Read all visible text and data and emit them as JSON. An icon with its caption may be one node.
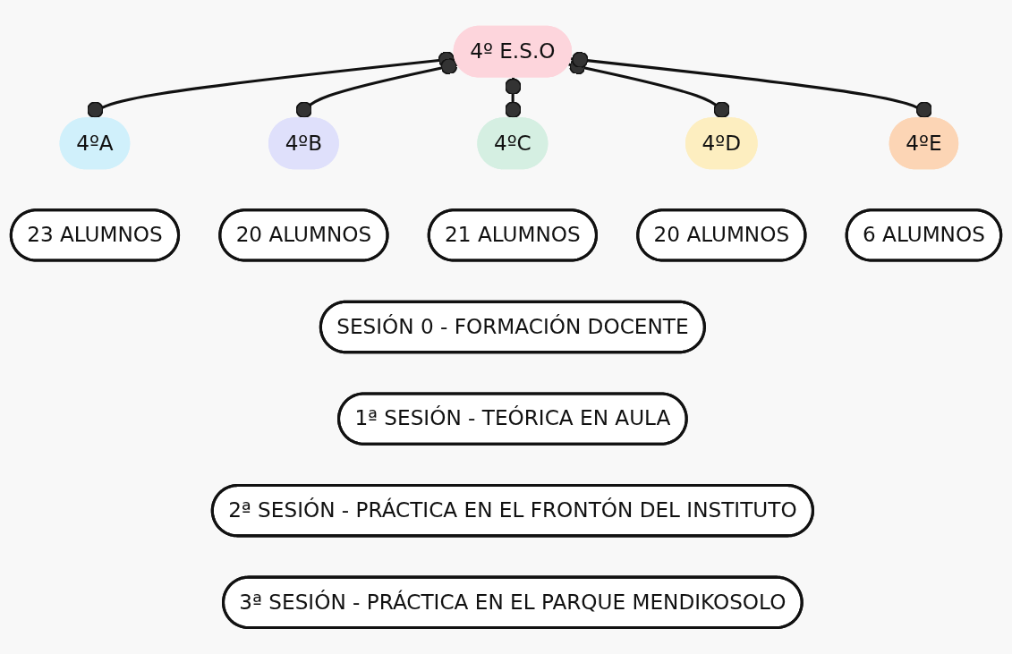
{
  "diagram": {
    "nodes": [
      {
        "text": [
          "4º E.S.O"
        ]
      },
      {
        "text": [
          "4ºA"
        ]
      },
      {
        "text": [
          "4ºB"
        ]
      },
      {
        "text": [
          "4ºC"
        ]
      },
      {
        "text": [
          "4ºD"
        ]
      },
      {
        "text": [
          "4ºE"
        ]
      },
      {
        "text": [
          "23 ALUMNOS"
        ]
      },
      {
        "text": [
          "20 ALUMNOS"
        ]
      },
      {
        "text": [
          "21 ALUMNOS"
        ]
      },
      {
        "text": [
          "20 ALUMNOS"
        ]
      },
      {
        "text": [
          "6 ALUMNOS"
        ]
      },
      {
        "text": [
          "SESIÓN 0 - FORMACIÓN DOCENTE"
        ]
      },
      {
        "text": [
          "1ª SESIÓN - TEÓRICA EN AULA"
        ]
      },
      {
        "text": [
          "2ª SESIÓN - PRÁCTICA EN EL FRONTÓN DEL INSTITUTO"
        ]
      },
      {
        "text": [
          "3ª SESIÓN - PRÁCTICA EN EL PARQUE MENDIKOSOLO"
        ]
      }
    ],
    "edges": [
      {
        "from": 0,
        "to": 1,
        "arrow": "other"
      },
      {
        "from": 0,
        "to": 2,
        "arrow": "other"
      },
      {
        "from": 0,
        "to": 3,
        "arrow": "other"
      },
      {
        "from": 0,
        "to": 4,
        "arrow": "other"
      },
      {
        "from": 0,
        "to": 5,
        "arrow": "other"
      }
    ]
  }
}
